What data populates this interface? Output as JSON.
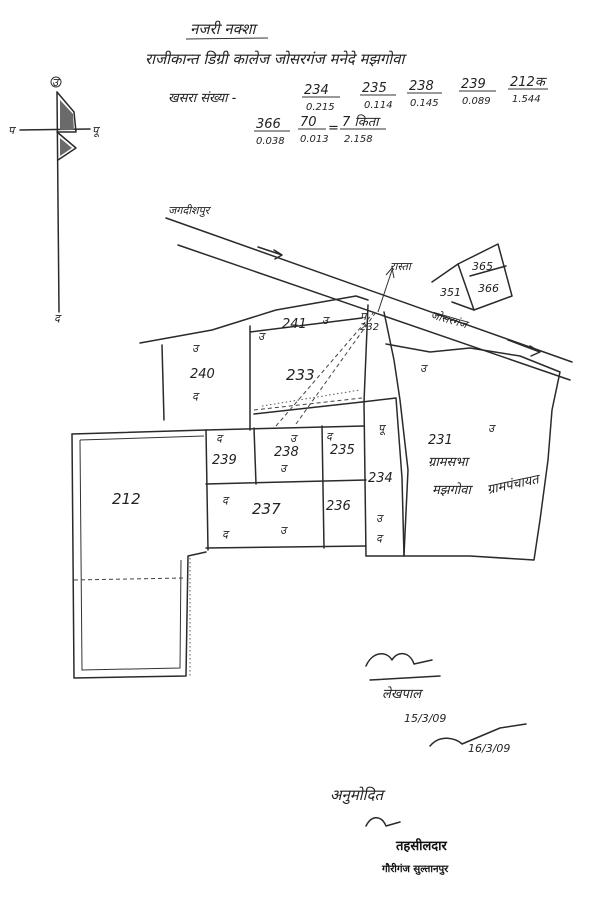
{
  "header": {
    "title": "नजरी नक्शा",
    "subtitle": "राजीकान्त डिग्री कालेज जोसरगंज मनेदे मझगोवा",
    "khasra_label": "खसरा संख्या -"
  },
  "khasra_fractions": [
    {
      "num": "234",
      "den": "0.215"
    },
    {
      "num": "235",
      "den": "0.114"
    },
    {
      "num": "238",
      "den": "0.145"
    },
    {
      "num": "239",
      "den": "0.089"
    },
    {
      "num": "212क",
      "den": "1.544"
    },
    {
      "num": "366",
      "den": "0.038"
    },
    {
      "num": "70",
      "den": "0.013"
    }
  ],
  "khasra_total": {
    "num": "7 किता",
    "den": "2.158"
  },
  "compass": {
    "north": "उ",
    "west": "प",
    "east": "पू",
    "south": "द"
  },
  "roads": {
    "road_upper": "जगदीशपुर",
    "road_lower": "जोसरगंज",
    "path": "रास्ता"
  },
  "plots": {
    "p212": "212",
    "p231": "231",
    "p232": "232",
    "p233": "233",
    "p234": "234",
    "p235": "235",
    "p236": "236",
    "p237": "237",
    "p238": "238",
    "p239": "239",
    "p240": "240",
    "p241": "241",
    "p351": "351",
    "p365": "365",
    "p366": "366"
  },
  "markers": {
    "u": "उ",
    "d": "द",
    "p": "प",
    "pu": "पू"
  },
  "annotations": {
    "gram_sabha": "ग्रामसभा",
    "village": "मझगोवा",
    "boundary": "ग्रामपंचायत"
  },
  "signatures": {
    "sign_1": "लेखपाल",
    "date_1": "15/3/09",
    "date_2": "16/3/09",
    "approved": "अनुमोदित",
    "officer": "तहसीलदार",
    "tehsil": "गौरीगंज सुल्तानपुर"
  }
}
